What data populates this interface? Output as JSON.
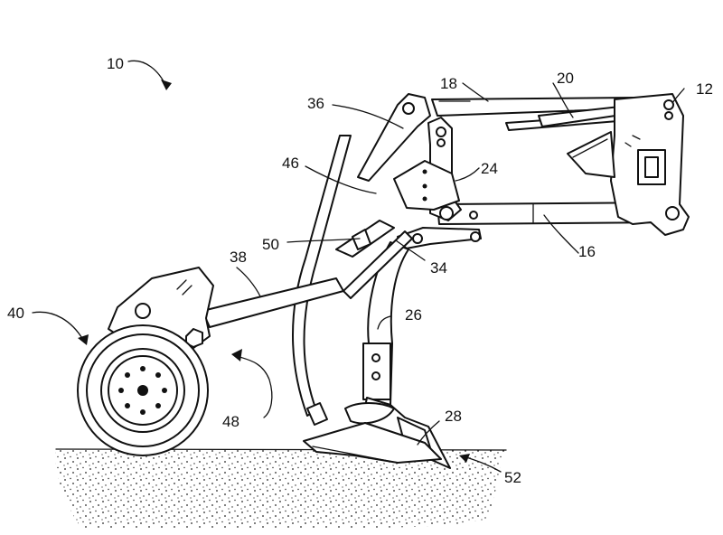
{
  "figure": {
    "labels": {
      "l10": "10",
      "l12": "12",
      "l16": "16",
      "l18": "18",
      "l20": "20",
      "l24": "24",
      "l26": "26",
      "l28": "28",
      "l34": "34",
      "l36": "36",
      "l38": "38",
      "l40": "40",
      "l46": "46",
      "l48": "48",
      "l50": "50",
      "l52": "52"
    }
  }
}
